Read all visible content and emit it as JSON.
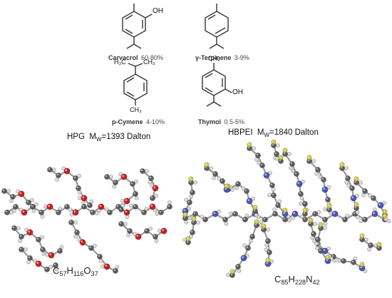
{
  "compounds": [
    {
      "name": "Carvacrol",
      "range": "60-80%",
      "group": "OH"
    },
    {
      "name": "γ-Terpinene",
      "range": "3-9%"
    },
    {
      "name": "p-Cymene",
      "range": "4-10%"
    },
    {
      "name": "Thymol",
      "range": "0.5-5%",
      "group": "OH"
    }
  ],
  "cymene_atoms": {
    "c1": "H₃C",
    "c2": "CH₃",
    "c3": "CH₃"
  },
  "thymol_atom": "CH₃",
  "hpg": {
    "name": "HPG",
    "mw_label": "M",
    "mw_sub": "W",
    "mw_value": "=1393 Dalton",
    "formula": [
      [
        "C",
        "57"
      ],
      [
        "H",
        "116"
      ],
      [
        "O",
        "37"
      ]
    ]
  },
  "hbpei": {
    "name": "HBPEI",
    "mw_label": "M",
    "mw_sub": "W",
    "mw_value": "=1840 Dalton",
    "formula": [
      [
        "C",
        "85"
      ],
      [
        "H",
        "228"
      ],
      [
        "N",
        "42"
      ]
    ]
  },
  "colors": {
    "carbon": "#5c5c5c",
    "oxygen": "#c8201e",
    "hydrogen": "#d7d7d7",
    "nitrogen": "#4a55b8",
    "terminal": "#d4cc46",
    "bond": "#9a9a9a"
  }
}
